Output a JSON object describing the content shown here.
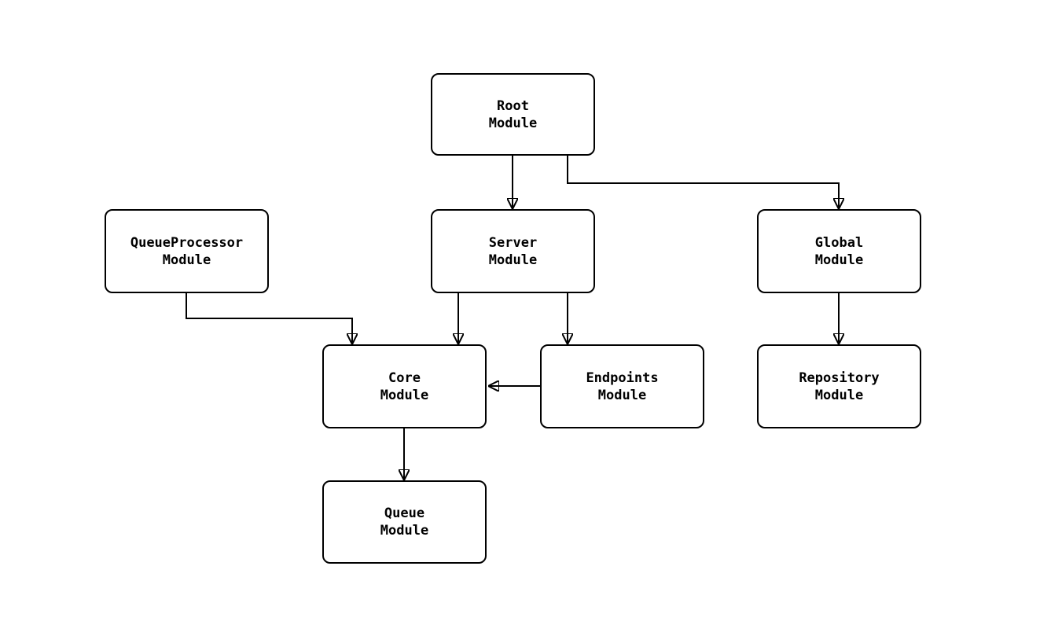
{
  "diagram": {
    "type": "module-dependency-graph",
    "nodes": {
      "root": {
        "label": "Root\nModule"
      },
      "queueprocessor": {
        "label": "QueueProcessor\nModule"
      },
      "server": {
        "label": "Server\nModule"
      },
      "global": {
        "label": "Global\nModule"
      },
      "core": {
        "label": "Core\nModule"
      },
      "endpoints": {
        "label": "Endpoints\nModule"
      },
      "repository": {
        "label": "Repository\nModule"
      },
      "queue": {
        "label": "Queue\nModule"
      }
    },
    "edges": [
      {
        "from": "Root Module",
        "to": "Server Module"
      },
      {
        "from": "Root Module",
        "to": "Global Module"
      },
      {
        "from": "QueueProcessor Module",
        "to": "Core Module"
      },
      {
        "from": "Server Module",
        "to": "Core Module"
      },
      {
        "from": "Server Module",
        "to": "Endpoints Module"
      },
      {
        "from": "Endpoints Module",
        "to": "Core Module"
      },
      {
        "from": "Global Module",
        "to": "Repository Module"
      },
      {
        "from": "Core Module",
        "to": "Queue Module"
      }
    ],
    "colors": {
      "background": "#ffffff",
      "node_fill": "#ffffff",
      "node_border": "#000000",
      "edge": "#000000",
      "text": "#000000"
    }
  }
}
